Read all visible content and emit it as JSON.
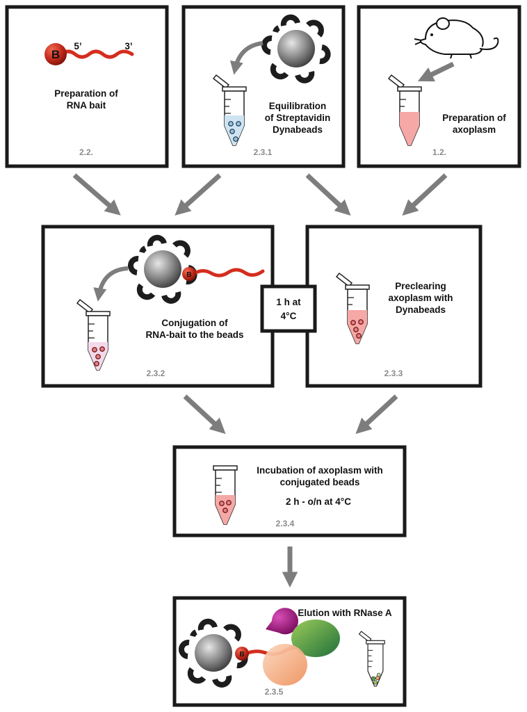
{
  "boxes": {
    "rna_bait": {
      "title_lines": [
        "Preparation of",
        "RNA bait"
      ],
      "step": "2.2.",
      "end5": "5’",
      "end3": "3’",
      "biotin": "B"
    },
    "equilibration": {
      "title_lines": [
        "Equilibration",
        "of Streptavidin",
        "Dynabeads"
      ],
      "step": "2.3.1"
    },
    "axoplasm": {
      "title_lines": [
        "Preparation of",
        "axoplasm"
      ],
      "step": "1.2."
    },
    "conjugation": {
      "title_lines": [
        "Conjugation of",
        "RNA-bait to the beads"
      ],
      "step": "2.3.2",
      "biotin": "B"
    },
    "incubation_time": {
      "lines": [
        "1 h at",
        "4°C"
      ]
    },
    "preclearing": {
      "title_lines": [
        "Preclearing",
        "axoplasm with",
        "Dynabeads"
      ],
      "step": "2.3.3"
    },
    "incubation": {
      "title_lines": [
        "Incubation of axoplasm with",
        "conjugated beads"
      ],
      "condition": "2 h - o/n at 4°C",
      "step": "2.3.4"
    },
    "elution": {
      "title": "Elution with RNase A",
      "step": "2.3.5",
      "biotin": "B"
    }
  },
  "colors": {
    "box_border": "#1a1a1a",
    "arrow": "#7d7d7d",
    "step_number": "#8a8a8a",
    "rna": "#d42d1e",
    "biotin": "#c0281a",
    "bead": "#555555",
    "buffer": "#cfe4f2",
    "axoplasm": "#f5a8a6",
    "rnase": "#a3157f",
    "protein_green": "#4a9a3c",
    "protein_orange": "#f5b48a"
  },
  "icons": [
    "dynabead-icon",
    "biotin-icon",
    "tube-icon",
    "mouse-icon",
    "rnase-icon",
    "protein-icon"
  ]
}
